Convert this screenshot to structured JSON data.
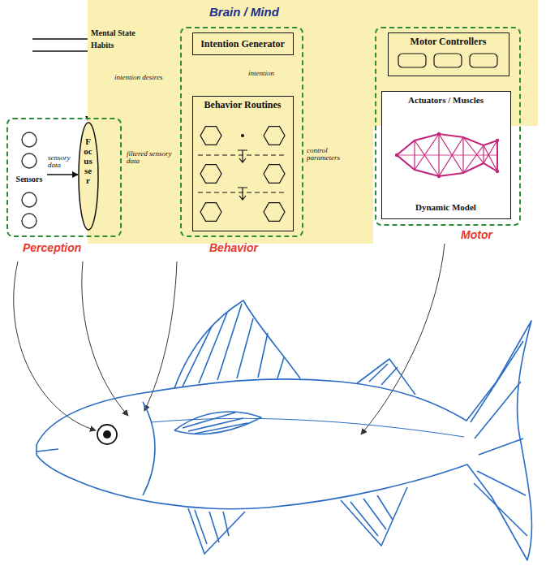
{
  "diagram": {
    "nodes": [
      {
        "text": [
          "Brain / Mind"
        ]
      },
      {
        "text": [
          "Perception"
        ]
      },
      {
        "text": [
          "Sensors"
        ],
        "in": 1
      },
      {
        "text": [
          "Focusser"
        ],
        "in": 1
      },
      {
        "text": [
          "Behavior"
        ]
      },
      {
        "text": [
          "Intention Generator"
        ],
        "in": 4
      },
      {
        "text": [
          "Behavior Routines"
        ],
        "in": 4
      },
      {
        "text": [
          "Motor"
        ]
      },
      {
        "text": [
          "Motor Controllers"
        ],
        "in": 7
      },
      {
        "text": [
          "Actuators / Muscles",
          "Dynamic Model"
        ],
        "in": 7
      }
    ],
    "edges": [
      {
        "from": 2,
        "to": 3,
        "label": "sensory data",
        "arrow": "to"
      },
      {
        "from": 3,
        "to": 6,
        "label": "filtered sensory data",
        "arrow": "to"
      },
      {
        "from": 5,
        "to": 6,
        "label": "intention",
        "arrow": "to"
      },
      {
        "from": 5,
        "to": 3,
        "label": "intention desires",
        "arrow": "to"
      },
      {
        "from": 6,
        "to": 8,
        "label": "control parameters",
        "arrow": "to"
      },
      {
        "from": 8,
        "to": 9,
        "arrow": "to"
      }
    ],
    "labels": [
      "Mental State",
      "Habits"
    ]
  }
}
